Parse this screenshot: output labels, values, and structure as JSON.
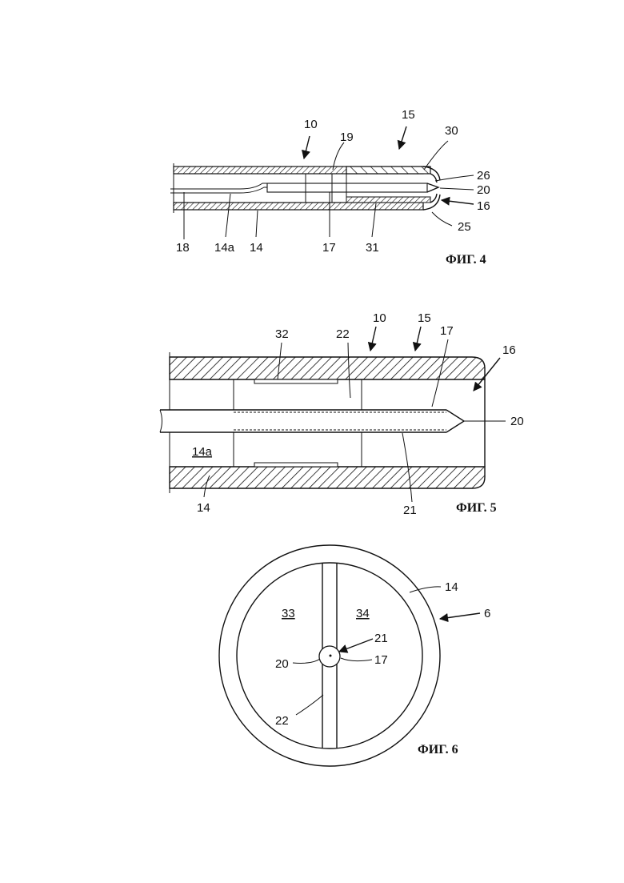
{
  "fig4": {
    "caption": "ФИГ. 4",
    "labels": {
      "l10": "10",
      "l15": "15",
      "l19": "19",
      "l30": "30",
      "l26": "26",
      "l20": "20",
      "l16": "16",
      "l25": "25",
      "l18": "18",
      "l14a": "14a",
      "l14": "14",
      "l17": "17",
      "l31": "31"
    }
  },
  "fig5": {
    "caption": "ФИГ. 5",
    "labels": {
      "l32": "32",
      "l22": "22",
      "l10": "10",
      "l15": "15",
      "l17": "17",
      "l16": "16",
      "l20": "20",
      "l14a": "14a",
      "l14": "14",
      "l21": "21"
    }
  },
  "fig6": {
    "caption": "ФИГ. 6",
    "labels": {
      "l14": "14",
      "l6": "6",
      "l33": "33",
      "l34": "34",
      "l21": "21",
      "l20": "20",
      "l17": "17",
      "l22": "22"
    }
  }
}
